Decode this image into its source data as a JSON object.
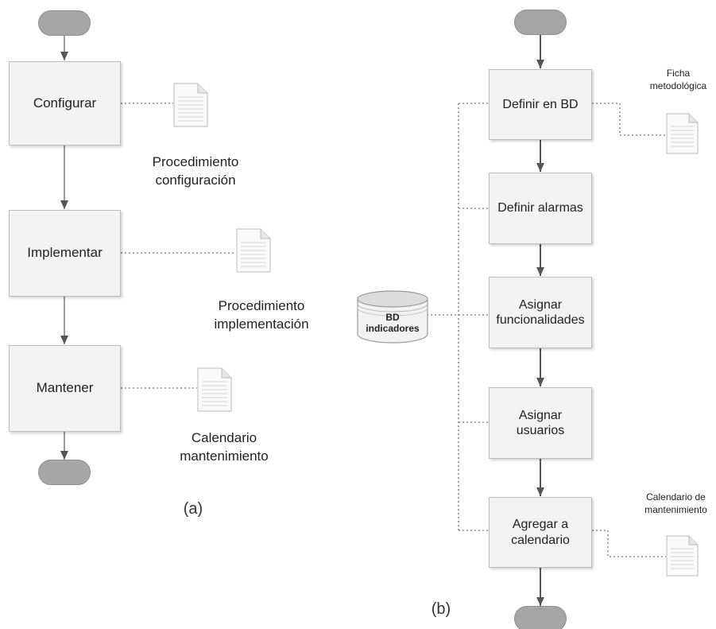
{
  "diagram_a": {
    "steps": [
      "Configurar",
      "Implementar",
      "Mantener"
    ],
    "documents": [
      "Procedimiento\nconfiguración",
      "Procedimiento\nimplementación",
      "Calendario\nmantenimiento"
    ],
    "caption": "(a)"
  },
  "diagram_b": {
    "steps": [
      "Definir en BD",
      "Definir alarmas",
      "Asignar\nfuncionalidades",
      "Asignar\nusuarios",
      "Agregar a\ncalendario"
    ],
    "database": "BD\nindicadores",
    "documents": [
      "Ficha\nmetodológica",
      "Calendario de\nmantenimiento"
    ],
    "caption": "(b)"
  }
}
